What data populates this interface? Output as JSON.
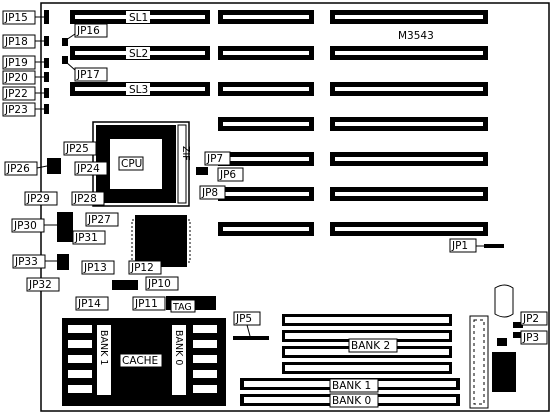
{
  "board": {
    "model": "M3543",
    "isa_slots": [
      "SL1",
      "SL2",
      "SL3"
    ],
    "cpu_label": "CPU",
    "cpu_socket_text": "ZIF",
    "tag_label": "TAG",
    "cache_label": "CACHE",
    "cache_bank1": "BANK 1",
    "cache_bank0": "BANK 0",
    "simm_banks": [
      "BANK 2",
      "BANK 1",
      "BANK 0"
    ],
    "jumpers": {
      "jp1": "JP1",
      "jp2": "JP2",
      "jp3": "JP3",
      "jp5": "JP5",
      "jp6": "JP6",
      "jp7": "JP7",
      "jp8": "JP8",
      "jp10": "JP10",
      "jp11": "JP11",
      "jp12": "JP12",
      "jp13": "JP13",
      "jp14": "JP14",
      "jp15": "JP15",
      "jp16": "JP16",
      "jp17": "JP17",
      "jp18": "JP18",
      "jp19": "JP19",
      "jp20": "JP20",
      "jp22": "JP22",
      "jp23": "JP23",
      "jp24": "JP24",
      "jp25": "JP25",
      "jp26": "JP26",
      "jp27": "JP27",
      "jp28": "JP28",
      "jp29": "JP29",
      "jp30": "JP30",
      "jp31": "JP31",
      "jp32": "JP32",
      "jp33": "JP33"
    }
  }
}
